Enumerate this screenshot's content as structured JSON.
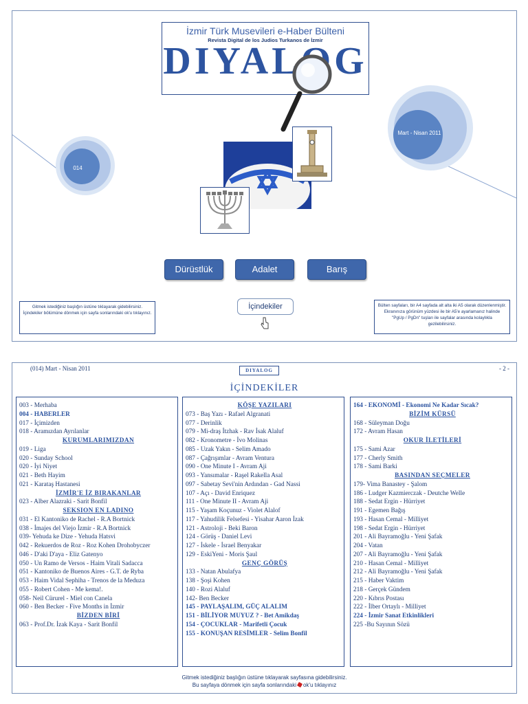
{
  "cover": {
    "title_line1": "İzmir Türk Musevileri e-Haber Bülteni",
    "title_line2": "Revista Digital de los Judios Turkanos de İzmir",
    "logo": "DIYALOG",
    "issue_number": "014",
    "issue_date": "Mart - Nisan 2011",
    "values": [
      "Dürüstlük",
      "Adalet",
      "Barış"
    ],
    "note_left": "Gitmek istediğiniz başlığın üstüne tıklayarak gidebilirsiniz. İçindekiler bölümüne dönmek için sayfa sonlarındaki ok'u tıklayınız.",
    "note_right": "Bülten sayfaları, bir A4 sayfada alt alta iki A5 olarak düzenlenmiştir. Ekranınıza görünüm yüzdesi ile bir A5'e ayarlamanız halinde \"PgUp / PgDn\" tuşları ile sayfalar arasında kolaylıkla gezilebilirsiniz.",
    "toc_button": "İçindekiler",
    "accent_color": "#3f67ab"
  },
  "toc": {
    "header_left": "(014) Mart - Nisan 2011",
    "header_right": "- 2 -",
    "mini_logo": "DIYALOG",
    "title": "İÇİNDEKİLER",
    "col1": [
      {
        "t": "003 - Merhaba"
      },
      {
        "t": "004 - HABERLER",
        "s": "head"
      },
      {
        "t": "017 - İçimizden"
      },
      {
        "t": "018 - Aramızdan Ayrılanlar"
      },
      {
        "t": "KURUMLARIMIZDAN",
        "s": "sec"
      },
      {
        "t": "019 - Liga"
      },
      {
        "t": "020 - Sunday School"
      },
      {
        "t": "020 - İyi Niyet"
      },
      {
        "t": "021 - Beth Hayim"
      },
      {
        "t": "021 - Karataş Hastanesi"
      },
      {
        "t": "İZMİR'E İZ BIRAKANLAR",
        "s": "sec"
      },
      {
        "t": "023 - Alber Alazraki - Sarit Bonfil"
      },
      {
        "t": "SEKSION EN LADINO",
        "s": "sec"
      },
      {
        "t": "031 - El Kantoniko de Rachel - R.A Bortnick"
      },
      {
        "t": "038 - İmajes del Viejo İzmir - R.A Bortnick"
      },
      {
        "t": "039- Yehuda ke Dize - Yehuda Hatsvi"
      },
      {
        "t": "042 - Rekuerdos de Roz - Roz Kohen Drohobyczer"
      },
      {
        "t": "046 - D'aki D'aya - Eliz Gatenyo"
      },
      {
        "t": "050 - Un Ramo de Versos - Haim Vitali Sadacca"
      },
      {
        "t": "051 - Kantoniko de Buenos Aires - G.T. de Ryba"
      },
      {
        "t": "053 - Haim Vidal Sephiha - Trenos de la Meduza"
      },
      {
        "t": "055 - Robert Cohen - Me kema!."
      },
      {
        "t": "058- Neil Cürurel - Miel con Canela"
      },
      {
        "t": "060 - Ben Becker - Five Months in İzmir"
      },
      {
        "t": "BİZDEN BİRİ",
        "s": "sec"
      },
      {
        "t": "063 - Prof.Dr. İzak Kaya - Sarit Bonfil"
      }
    ],
    "col2": [
      {
        "t": "KÖŞE YAZILARI",
        "s": "sec"
      },
      {
        "t": "073 - Baş Yazı - Rafael Algranati"
      },
      {
        "t": "077 - Derinlik"
      },
      {
        "t": "079 - Mi-draş İtzhak - Rav İsak Alaluf"
      },
      {
        "t": "082 - Kronometre - İvo Molinas"
      },
      {
        "t": "085 - Uzak Yakın - Selim Amado"
      },
      {
        "t": "087 - Çağrışımlar - Avram Ventura"
      },
      {
        "t": "090 - One Minute I - Avram Aji"
      },
      {
        "t": "093 - Yansımalar - Raşel Rakella Asal"
      },
      {
        "t": "097 - Sabetay Sevi'nin Ardından - Gad Nassi"
      },
      {
        "t": "107 - Açı - David Enriquez"
      },
      {
        "t": "111 - One Minute II - Avram Aji"
      },
      {
        "t": "115 - Yaşam Koçunuz - Violet Alalof"
      },
      {
        "t": "117 - Yahudilik Felsefesi - Yisahar Aaron İzak"
      },
      {
        "t": "121 - Astroloji - Beki Baron"
      },
      {
        "t": "124 - Görüş - Daniel Levi"
      },
      {
        "t": "127 - İskele - İsrael Benyakar"
      },
      {
        "t": "129 - EskiYeni - Moris Şaul"
      },
      {
        "t": "GENÇ GÖRÜŞ",
        "s": "sec"
      },
      {
        "t": "133 - Natan Abulafya"
      },
      {
        "t": "138 - Şoşi Kohen"
      },
      {
        "t": "140 - Rozi Alaluf"
      },
      {
        "t": "142- Ben Becker"
      },
      {
        "t": "145 - PAYLAŞALIM, GÜÇ ALALIM",
        "s": "head"
      },
      {
        "t": "151 - BİLİYOR MUYUZ ? - Bet Amikdaş",
        "s": "head"
      },
      {
        "t": "154 - ÇOCUKLAR - Marifetli Çocuk",
        "s": "head"
      },
      {
        "t": "155 - KONUŞAN RESİMLER - Selim Bonfil",
        "s": "head"
      }
    ],
    "col3": [
      {
        "t": "164 - EKONOMİ - Ekonomi Ne Kadar Sıcak?",
        "s": "head"
      },
      {
        "t": "BİZİM KÜRSÜ",
        "s": "sec"
      },
      {
        "t": "168 - Süleyman Doğu"
      },
      {
        "t": "172 - Avram Hasan"
      },
      {
        "t": "OKUR İLETİLERİ",
        "s": "sec"
      },
      {
        "t": "175 - Sami Azar"
      },
      {
        "t": "177 - Cherly Smith"
      },
      {
        "t": "178 - Sami Barki"
      },
      {
        "t": "BASINDAN SEÇMELER",
        "s": "sec"
      },
      {
        "t": "179- Vima Banastey - Şalom"
      },
      {
        "t": "186 - Ludger Kazmierczak - Deutche Welle"
      },
      {
        "t": "188 - Sedat Ergin - Hürriyet"
      },
      {
        "t": "191 - Egemen Bağış"
      },
      {
        "t": "193 - Hasan Cemal - Milliyet"
      },
      {
        "t": "198 - Sedat Ergin - Hürriyet"
      },
      {
        "t": "201 - Ali Bayramoğlu - Yeni Şafak"
      },
      {
        "t": "204 - Vatan"
      },
      {
        "t": "207 - Ali Bayramoğlu - Yeni Şafak"
      },
      {
        "t": "210 - Hasan Cemal - Milliyet"
      },
      {
        "t": "212 - Ali Bayramoğlu - Yeni Şafak"
      },
      {
        "t": "215 - Haber Vaktim"
      },
      {
        "t": "218 - Gerçek Gündem"
      },
      {
        "t": "220 - Kıbrıs Postası"
      },
      {
        "t": "222 - İlber Ortaylı - Milliyet"
      },
      {
        "t": "224 - İzmir Sanat Etkinlikleri",
        "s": "head"
      },
      {
        "t": "225 -Bu Sayının Sözü"
      }
    ],
    "footer_line1": "Gitmek istediğiniz başlığın üstüne tıklayarak sayfasına gidebilirsiniz.",
    "footer_line2a": "Bu sayfaya dönmek için sayfa sonlarındaki",
    "footer_line2b": "ok'u tıklayınız"
  }
}
